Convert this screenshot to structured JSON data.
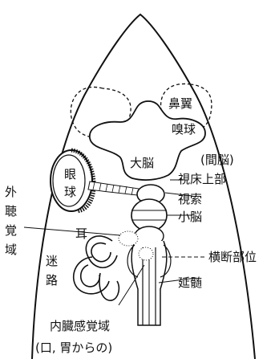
{
  "labels": {
    "nasal_wing": "鼻翼",
    "olfactory_bulb": "嗅球",
    "cerebrum": "大脳",
    "diencephalon": "(間脳)",
    "hypothalamus": "視床上部",
    "optic_nerve": "視索",
    "eyeball_1": "眼",
    "eyeball_2": "球",
    "cerebellum": "小脳",
    "external_auditory": [
      "外",
      "聴",
      "覚",
      "域"
    ],
    "ear_labyrinth": [
      "耳",
      "迷",
      "路"
    ],
    "cross_section": "横断部位",
    "medulla": "延髄",
    "visceral_sensory": "内臓感覚域",
    "mouth_stomach": "(口, 胃からの)"
  }
}
